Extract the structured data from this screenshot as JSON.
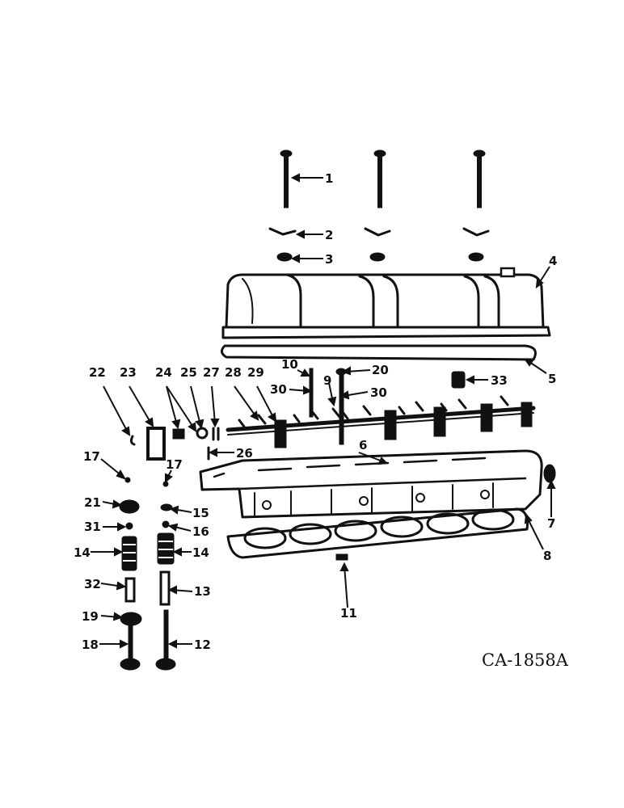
{
  "diagram": {
    "code": "CA-1858A",
    "labels": [
      "1",
      "2",
      "3",
      "4",
      "5",
      "6",
      "7",
      "8",
      "9",
      "10",
      "11",
      "12",
      "13",
      "14",
      "14",
      "15",
      "16",
      "17",
      "17",
      "18",
      "19",
      "20",
      "21",
      "22",
      "23",
      "24",
      "25",
      "26",
      "27",
      "28",
      "29",
      "30",
      "30",
      "31",
      "32",
      "33"
    ]
  }
}
